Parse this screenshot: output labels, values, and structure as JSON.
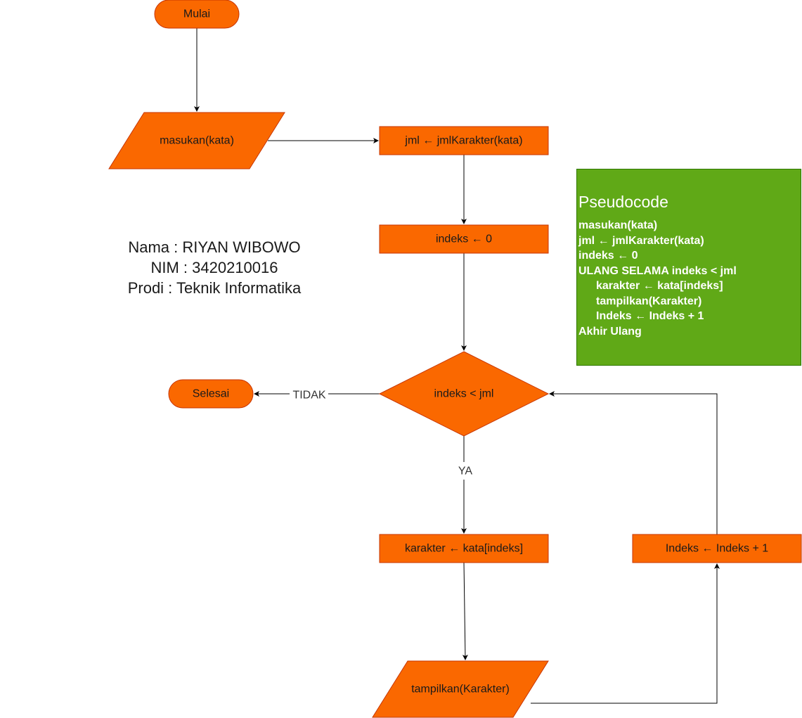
{
  "colors": {
    "process_fill": "#fa6800",
    "process_stroke": "#c73500",
    "pseudocode_fill": "#60a917",
    "pseudocode_stroke": "#2d7600",
    "edge": "#000000"
  },
  "nodes": {
    "start": "Mulai",
    "input": "masukan(kata)",
    "jml": "jml ← jmlKarakter(kata)",
    "indeks_init": "indeks ← 0",
    "decision": "indeks < jml",
    "end": "Selesai",
    "karakter": "karakter ← kata[indeks]",
    "output": "tampilkan(Karakter)",
    "increment": "Indeks ← Indeks + 1"
  },
  "edge_labels": {
    "no": "TIDAK",
    "yes": "YA"
  },
  "info": {
    "nama": "Nama : RIYAN WIBOWO",
    "nim": "NIM : 3420210016",
    "prodi": "Prodi : Teknik Informatika"
  },
  "pseudocode": {
    "title": "Pseudocode",
    "lines": [
      "masukan(kata)",
      "jml ← jmlKarakter(kata)",
      "indeks ← 0",
      "ULANG SELAMA indeks < jml",
      "karakter ← kata[indeks]",
      "tampilkan(Karakter)",
      "Indeks ← Indeks + 1",
      "Akhir Ulang"
    ]
  }
}
